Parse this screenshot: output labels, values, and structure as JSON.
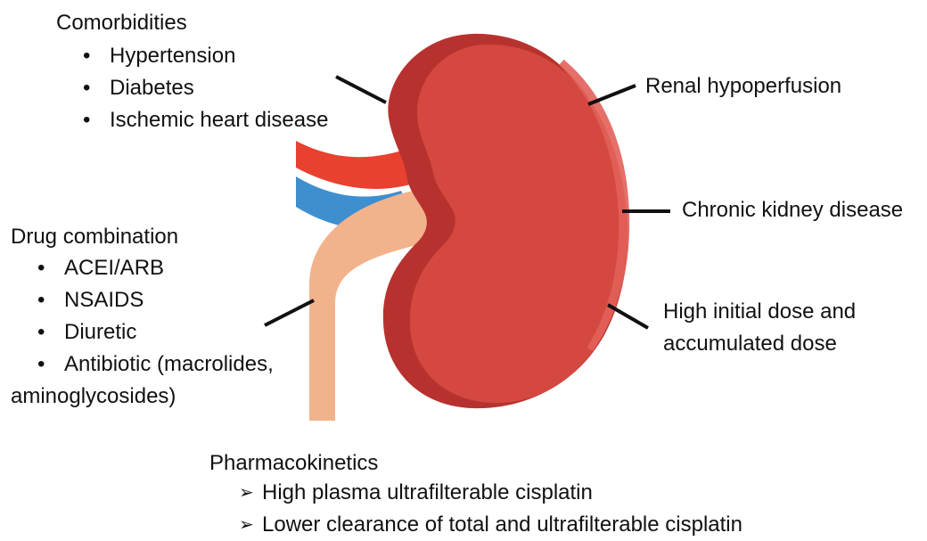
{
  "colors": {
    "kidney": "#d5483f",
    "kidney_shadow": "#b7322f",
    "kidney_highlight": "#e2615a",
    "artery": "#e8412f",
    "vein": "#3e8fcf",
    "ureter": "#f2b38c",
    "leader_line": "#111111"
  },
  "comorbidities": {
    "title": "Comorbidities",
    "items": [
      "Hypertension",
      "Diabetes",
      "Ischemic heart disease"
    ]
  },
  "drug_combination": {
    "title": "Drug combination",
    "items": [
      "ACEI/ARB",
      "NSAIDS",
      "Diuretic",
      "Antibiotic  (macrolides,"
    ],
    "continuation": "aminoglycosides)"
  },
  "pharmacokinetics": {
    "title": "Pharmacokinetics",
    "items": [
      "High plasma ultrafilterable cisplatin",
      "Lower clearance of total and ultrafilterable cisplatin"
    ]
  },
  "labels": {
    "renal_hypoperfusion": "Renal hypoperfusion",
    "ckd": "Chronic kidney disease",
    "dose_line1": "High initial dose and",
    "dose_line2": "accumulated dose"
  }
}
